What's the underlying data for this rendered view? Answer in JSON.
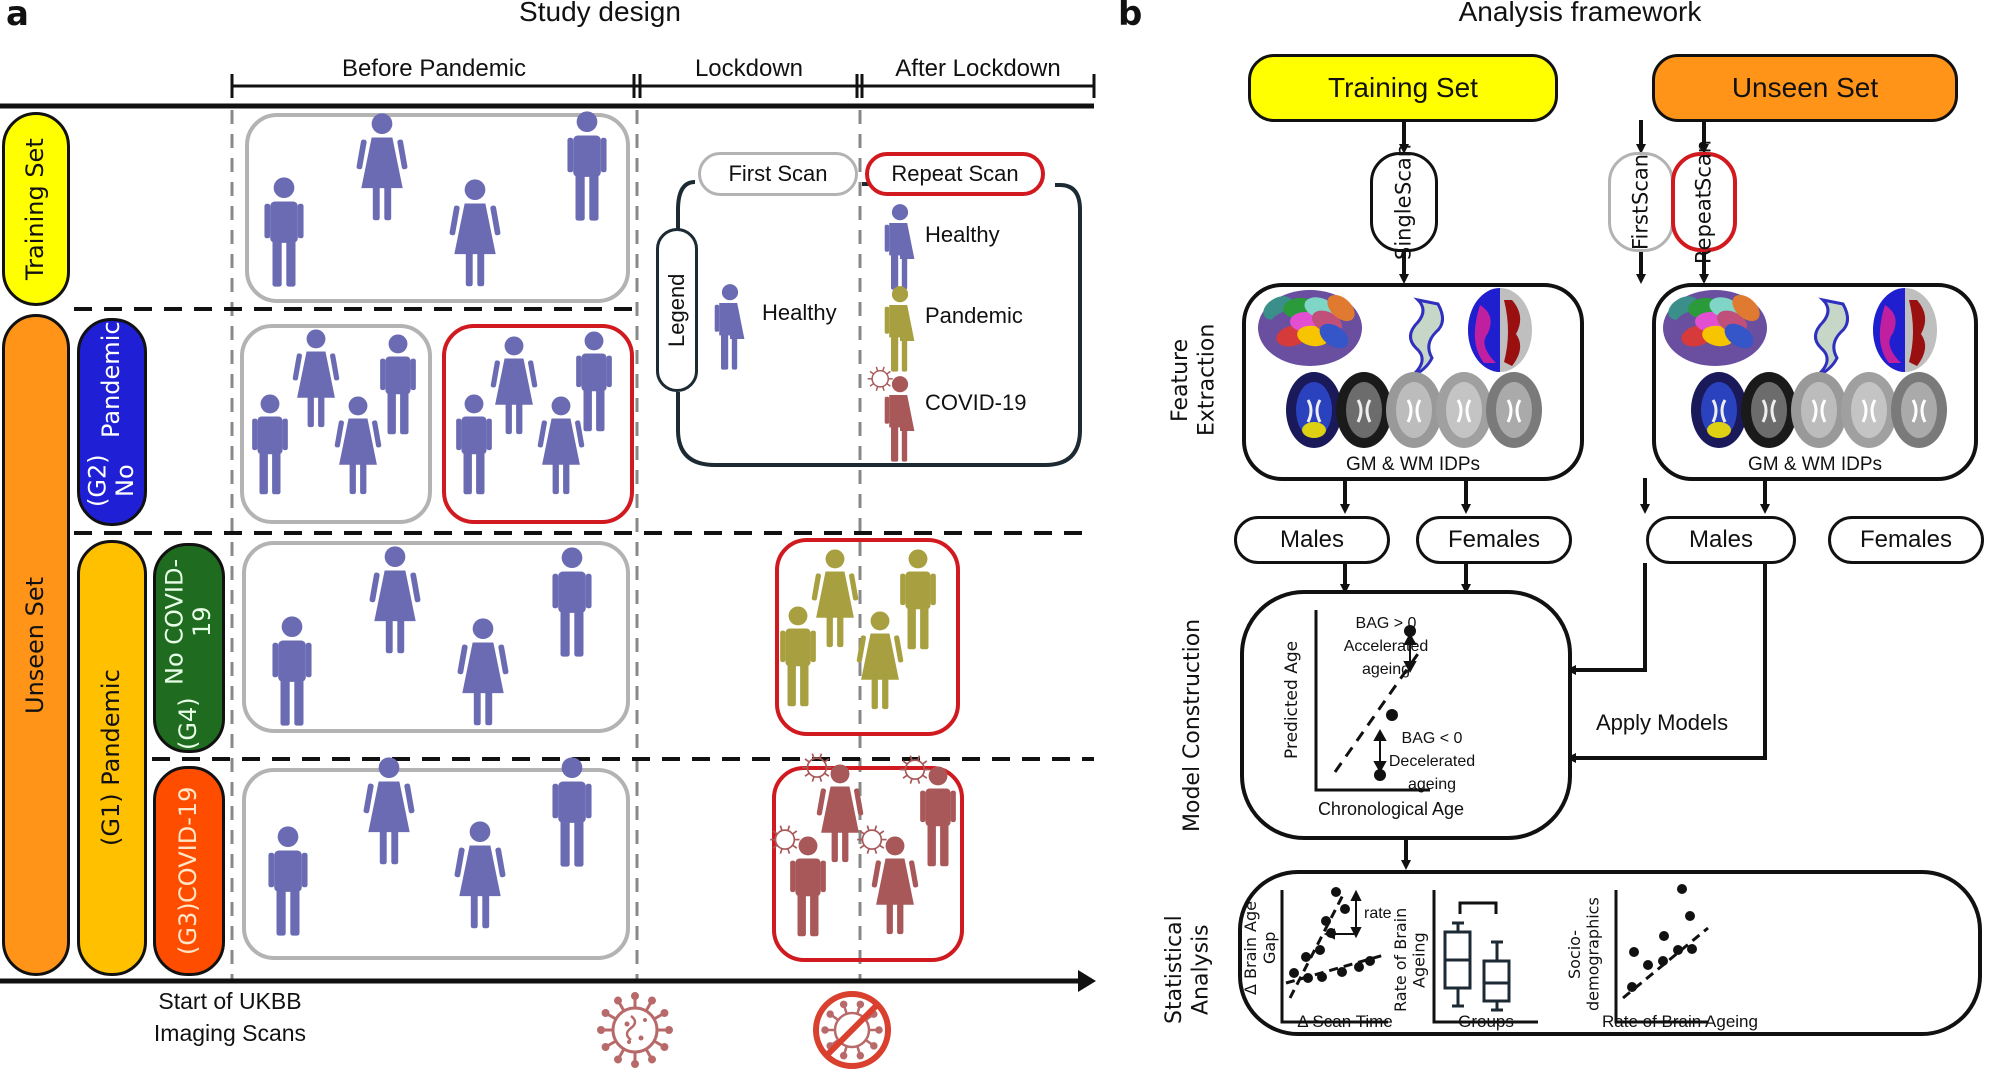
{
  "panel_a": {
    "letter": "a",
    "title": "Study design",
    "periods": [
      "Before Pandemic",
      "Lockdown",
      "After Lockdown"
    ],
    "row_labels": {
      "training_set": "Training Set",
      "unseen_set": "Unseen Set",
      "g2": [
        "(G2) No",
        "Pandemic"
      ],
      "g1": "(G1) Pandemic",
      "g4": [
        "(G4)",
        "No COVID-19"
      ],
      "g3": [
        "(G3)",
        "COVID-19"
      ]
    },
    "timeline_start_label": [
      "Start of UKBB",
      "Imaging Scans"
    ],
    "timeline_icons": [
      "virus-icon",
      "no-virus-icon"
    ],
    "legend": {
      "title": "Legend",
      "first_scan": "First Scan",
      "repeat_scan": "Repeat Scan",
      "first_items": [
        {
          "label": "Healthy",
          "color": "#6b6bb3"
        }
      ],
      "repeat_items": [
        {
          "label": "Healthy",
          "color": "#6b6bb3"
        },
        {
          "label": "Pandemic",
          "color": "#a8a040"
        },
        {
          "label": "COVID-19",
          "color": "#a85858"
        }
      ]
    },
    "colors": {
      "training": "#ffff00",
      "unseen": "#ff9418",
      "g2": "#1f1fd6",
      "g1": "#ffc000",
      "g4": "#1f6b1f",
      "g3": "#ff4d00",
      "healthy": "#6b6bb3",
      "pandemic": "#a8a040",
      "covid": "#a85858",
      "first_scan_border": "#b3b3b3",
      "repeat_scan_border": "#d11a1f"
    }
  },
  "panel_b": {
    "letter": "b",
    "title": "Analysis framework",
    "training_set": "Training Set",
    "unseen_set": "Unseen Set",
    "single_scan": [
      "Single",
      "Scan"
    ],
    "first_scan": [
      "First",
      "Scan"
    ],
    "repeat_scan": [
      "Repeat",
      "Scan"
    ],
    "stage_labels": {
      "feature": [
        "Feature",
        "Extraction"
      ],
      "model": "Model Construction",
      "stats": [
        "Statistical",
        "Analysis"
      ]
    },
    "idps_label": "GM & WM IDPs",
    "males": "Males",
    "females": "Females",
    "apply_models": "Apply Models",
    "model_plot": {
      "ylabel": "Predicted Age",
      "xlabel": "Chronological Age",
      "bag_pos": [
        "BAG > 0",
        "Accelerated",
        "ageing"
      ],
      "bag_neg": [
        "BAG < 0",
        "Decelerated",
        "ageing"
      ]
    },
    "stat_plots": [
      {
        "ylabel": "Δ Brain Age Gap",
        "xlabel": "Δ Scan Time",
        "annotation": "rate"
      },
      {
        "ylabel": [
          "Rate of Brain",
          "Ageing"
        ],
        "xlabel": "Groups"
      },
      {
        "ylabel": [
          "Socio-",
          "demographics"
        ],
        "xlabel": "Rate of Brain Ageing"
      }
    ]
  }
}
